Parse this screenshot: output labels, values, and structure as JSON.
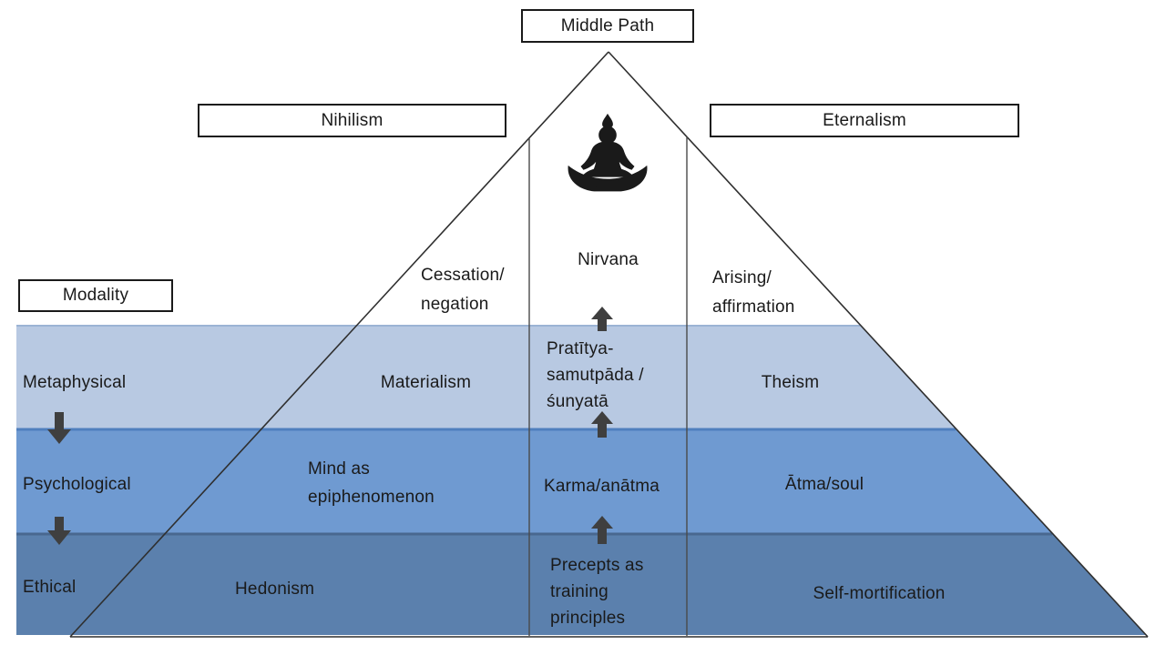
{
  "diagram": {
    "top_label": "Middle Path",
    "left_pole": "Nihilism",
    "right_pole": "Eternalism",
    "modality_label": "Modality",
    "apex": {
      "left_caption": "Cessation/\nnegation",
      "center_caption": "Nirvana",
      "right_caption": "Arising/\naffirmation"
    },
    "rows": [
      {
        "modality": "Metaphysical",
        "nihilism": "Materialism",
        "middle": "Pratītya-\nsamutpāda /\nśunyatā",
        "eternalism": "Theism"
      },
      {
        "modality": "Psychological",
        "nihilism": "Mind as\nepiphenomenon",
        "middle": "Karma/anātma",
        "eternalism": "Ātma/soul"
      },
      {
        "modality": "Ethical",
        "nihilism": "Hedonism",
        "middle": "Precepts as\ntraining\nprinciples",
        "eternalism": "Self-mortification"
      }
    ],
    "icons": {
      "buddha": "buddha-on-lotus",
      "up_arrows": "upward-progress-arrows",
      "down_arrows": "modality-order-arrows"
    },
    "colors": {
      "band_metaphysical": "#b8c9e2",
      "band_psychological": "#6f9ad1",
      "band_ethical": "#5b80ad",
      "band_edge_1": "#9bb3d4",
      "band_edge_2": "#4f7fbe",
      "band_edge_3": "#49688f",
      "arrow": "#3f3f3f",
      "line": "#2f2f2f",
      "icon": "#1a1a1a"
    }
  }
}
